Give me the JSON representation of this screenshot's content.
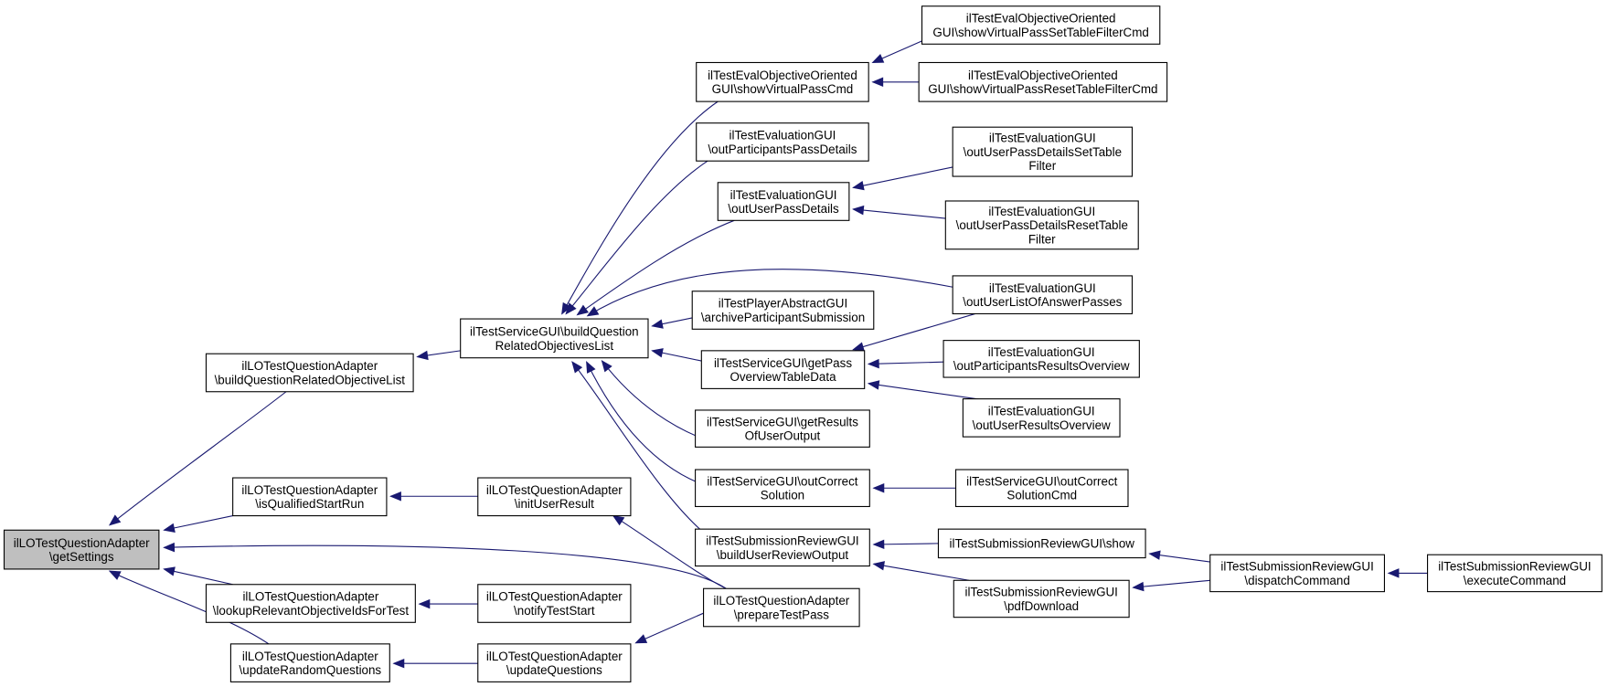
{
  "graph": {
    "nodes": {
      "getSettings": {
        "lines": [
          "ilLOTestQuestionAdapter",
          "\\getSettings"
        ],
        "focus": true
      },
      "buildQROL": {
        "lines": [
          "ilLOTestQuestionAdapter",
          "\\buildQuestionRelatedObjectiveList"
        ]
      },
      "isQualified": {
        "lines": [
          "ilLOTestQuestionAdapter",
          "\\isQualifiedStartRun"
        ]
      },
      "lookupRelevant": {
        "lines": [
          "ilLOTestQuestionAdapter",
          "\\lookupRelevantObjectiveIdsForTest"
        ]
      },
      "updateRandom": {
        "lines": [
          "ilLOTestQuestionAdapter",
          "\\updateRandomQuestions"
        ]
      },
      "buildQROLsvc": {
        "lines": [
          "ilTestServiceGUI\\buildQuestion",
          "RelatedObjectivesList"
        ]
      },
      "initUserResult": {
        "lines": [
          "ilLOTestQuestionAdapter",
          "\\initUserResult"
        ]
      },
      "notifyTestStart": {
        "lines": [
          "ilLOTestQuestionAdapter",
          "\\notifyTestStart"
        ]
      },
      "updateQuestions": {
        "lines": [
          "ilLOTestQuestionAdapter",
          "\\updateQuestions"
        ]
      },
      "showVirtualPassCmd": {
        "lines": [
          "ilTestEvalObjectiveOriented",
          "GUI\\showVirtualPassCmd"
        ]
      },
      "outParticipantsPassDetails": {
        "lines": [
          "ilTestEvaluationGUI",
          "\\outParticipantsPassDetails"
        ]
      },
      "outUserPassDetails": {
        "lines": [
          "ilTestEvaluationGUI",
          "\\outUserPassDetails"
        ]
      },
      "archiveParticipantSubmission": {
        "lines": [
          "ilTestPlayerAbstractGUI",
          "\\archiveParticipantSubmission"
        ]
      },
      "getPassOverviewTableData": {
        "lines": [
          "ilTestServiceGUI\\getPass",
          "OverviewTableData"
        ]
      },
      "getResultsOfUserOutput": {
        "lines": [
          "ilTestServiceGUI\\getResults",
          "OfUserOutput"
        ]
      },
      "outCorrectSolution": {
        "lines": [
          "ilTestServiceGUI\\outCorrect",
          "Solution"
        ]
      },
      "buildUserReviewOutput": {
        "lines": [
          "ilTestSubmissionReviewGUI",
          "\\buildUserReviewOutput"
        ]
      },
      "prepareTestPass": {
        "lines": [
          "ilLOTestQuestionAdapter",
          "\\prepareTestPass"
        ]
      },
      "showVirtualPassSetTableFilterCmd": {
        "lines": [
          "ilTestEvalObjectiveOriented",
          "GUI\\showVirtualPassSetTableFilterCmd"
        ]
      },
      "showVirtualPassResetTableFilterCmd": {
        "lines": [
          "ilTestEvalObjectiveOriented",
          "GUI\\showVirtualPassResetTableFilterCmd"
        ]
      },
      "outUserPassDetailsSetTableFilter": {
        "lines": [
          "ilTestEvaluationGUI",
          "\\outUserPassDetailsSetTable",
          "Filter"
        ]
      },
      "outUserPassDetailsResetTableFilter": {
        "lines": [
          "ilTestEvaluationGUI",
          "\\outUserPassDetailsResetTable",
          "Filter"
        ]
      },
      "outUserListOfAnswerPasses": {
        "lines": [
          "ilTestEvaluationGUI",
          "\\outUserListOfAnswerPasses"
        ]
      },
      "outParticipantsResultsOverview": {
        "lines": [
          "ilTestEvaluationGUI",
          "\\outParticipantsResultsOverview"
        ]
      },
      "outUserResultsOverview": {
        "lines": [
          "ilTestEvaluationGUI",
          "\\outUserResultsOverview"
        ]
      },
      "outCorrectSolutionCmd": {
        "lines": [
          "ilTestServiceGUI\\outCorrect",
          "SolutionCmd"
        ]
      },
      "show": {
        "lines": [
          "ilTestSubmissionReviewGUI\\show"
        ]
      },
      "pdfDownload": {
        "lines": [
          "ilTestSubmissionReviewGUI",
          "\\pdfDownload"
        ]
      },
      "dispatchCommand": {
        "lines": [
          "ilTestSubmissionReviewGUI",
          "\\dispatchCommand"
        ]
      },
      "executeCommand": {
        "lines": [
          "ilTestSubmissionReviewGUI",
          "\\executeCommand"
        ]
      }
    },
    "edges": [
      [
        "buildQROL",
        "getSettings"
      ],
      [
        "isQualified",
        "getSettings"
      ],
      [
        "prepareTestPass",
        "getSettings"
      ],
      [
        "lookupRelevant",
        "getSettings"
      ],
      [
        "updateRandom",
        "getSettings"
      ],
      [
        "buildQROLsvc",
        "buildQROL"
      ],
      [
        "initUserResult",
        "isQualified"
      ],
      [
        "notifyTestStart",
        "lookupRelevant"
      ],
      [
        "updateQuestions",
        "updateRandom"
      ],
      [
        "showVirtualPassCmd",
        "buildQROLsvc"
      ],
      [
        "outParticipantsPassDetails",
        "buildQROLsvc"
      ],
      [
        "outUserPassDetails",
        "buildQROLsvc"
      ],
      [
        "outUserListOfAnswerPasses",
        "buildQROLsvc"
      ],
      [
        "archiveParticipantSubmission",
        "buildQROLsvc"
      ],
      [
        "getPassOverviewTableData",
        "buildQROLsvc"
      ],
      [
        "getResultsOfUserOutput",
        "buildQROLsvc"
      ],
      [
        "outCorrectSolution",
        "buildQROLsvc"
      ],
      [
        "buildUserReviewOutput",
        "buildQROLsvc"
      ],
      [
        "prepareTestPass",
        "initUserResult"
      ],
      [
        "prepareTestPass",
        "updateQuestions"
      ],
      [
        "showVirtualPassSetTableFilterCmd",
        "showVirtualPassCmd"
      ],
      [
        "showVirtualPassResetTableFilterCmd",
        "showVirtualPassCmd"
      ],
      [
        "outUserPassDetailsSetTableFilter",
        "outUserPassDetails"
      ],
      [
        "outUserPassDetailsResetTableFilter",
        "outUserPassDetails"
      ],
      [
        "outUserListOfAnswerPasses",
        "getPassOverviewTableData"
      ],
      [
        "outParticipantsResultsOverview",
        "getPassOverviewTableData"
      ],
      [
        "outUserResultsOverview",
        "getPassOverviewTableData"
      ],
      [
        "outCorrectSolutionCmd",
        "outCorrectSolution"
      ],
      [
        "show",
        "buildUserReviewOutput"
      ],
      [
        "pdfDownload",
        "buildUserReviewOutput"
      ],
      [
        "dispatchCommand",
        "show"
      ],
      [
        "dispatchCommand",
        "pdfDownload"
      ],
      [
        "executeCommand",
        "dispatchCommand"
      ]
    ]
  }
}
